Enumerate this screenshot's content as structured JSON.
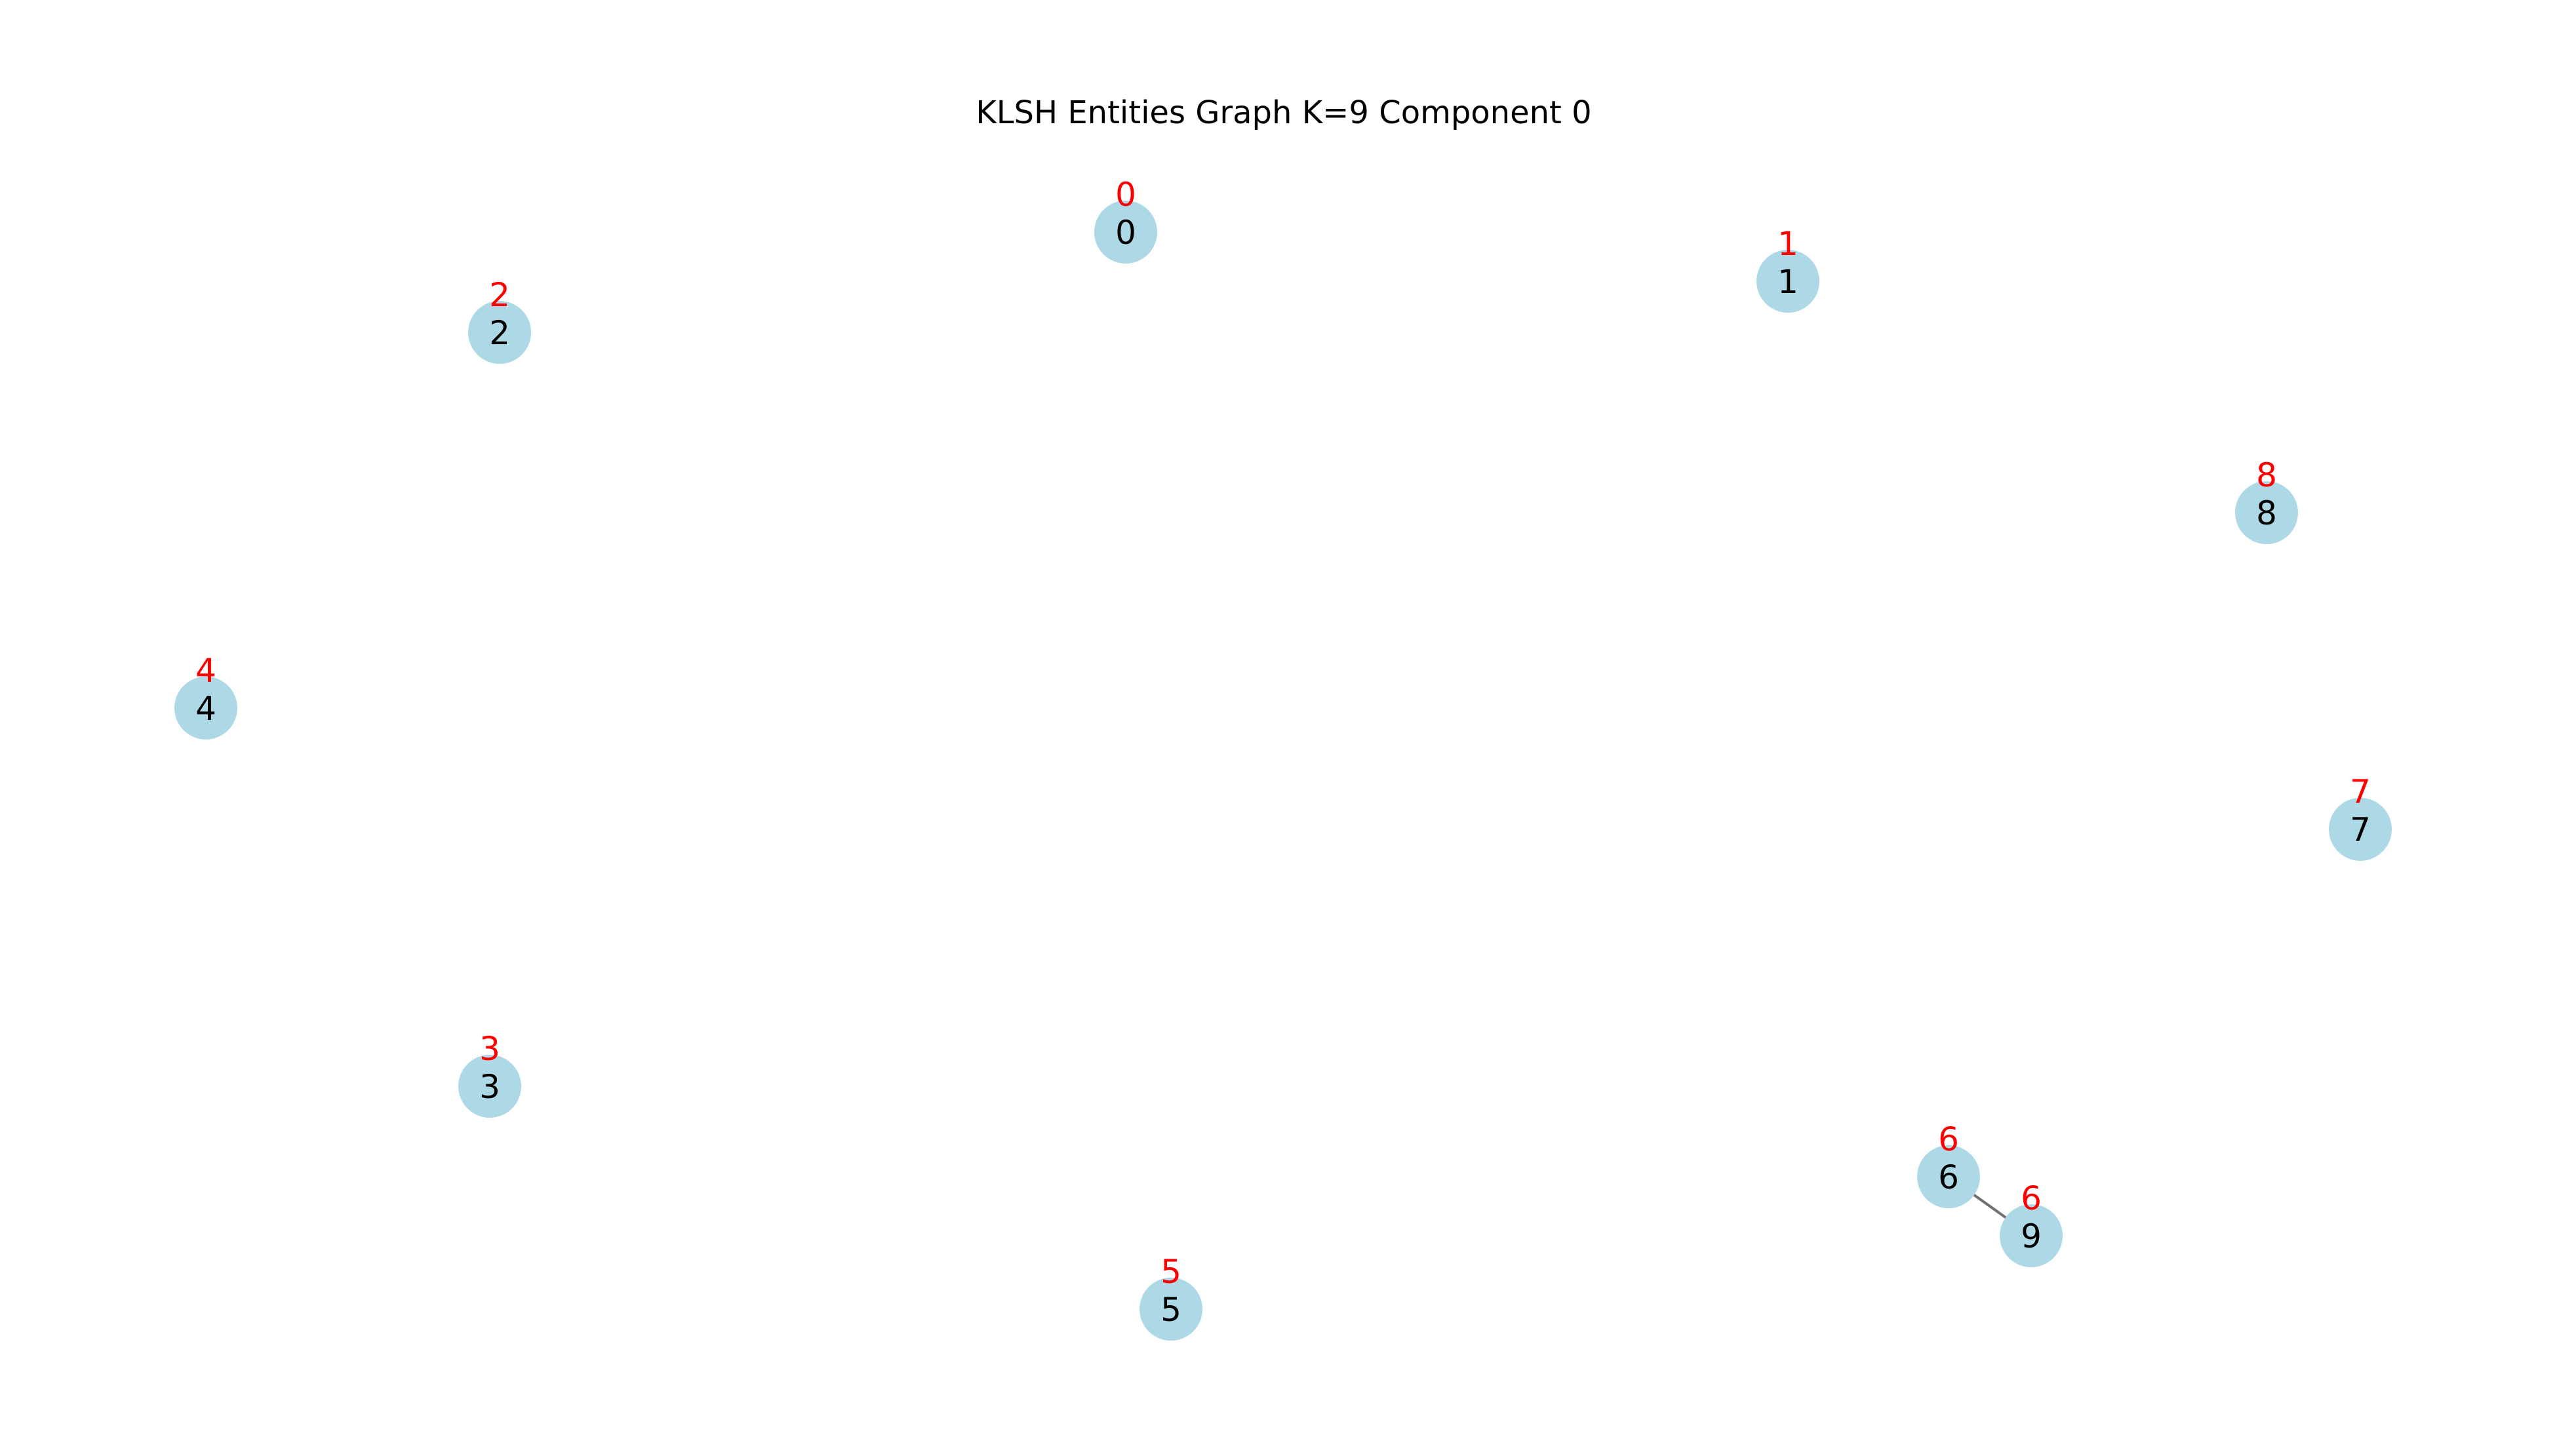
{
  "title": "KLSH Entities Graph K=9 Component 0",
  "colors": {
    "node_fill": "#add8e6",
    "edge": "#707070",
    "tag": "#ff0000",
    "label": "#000000"
  },
  "nodes": [
    {
      "id": "0",
      "tag": "0"
    },
    {
      "id": "1",
      "tag": "1"
    },
    {
      "id": "2",
      "tag": "2"
    },
    {
      "id": "3",
      "tag": "3"
    },
    {
      "id": "4",
      "tag": "4"
    },
    {
      "id": "5",
      "tag": "5"
    },
    {
      "id": "6",
      "tag": "6"
    },
    {
      "id": "7",
      "tag": "7"
    },
    {
      "id": "8",
      "tag": "8"
    },
    {
      "id": "9",
      "tag": "6"
    }
  ],
  "edges": [
    {
      "source": "6",
      "target": "9"
    }
  ]
}
